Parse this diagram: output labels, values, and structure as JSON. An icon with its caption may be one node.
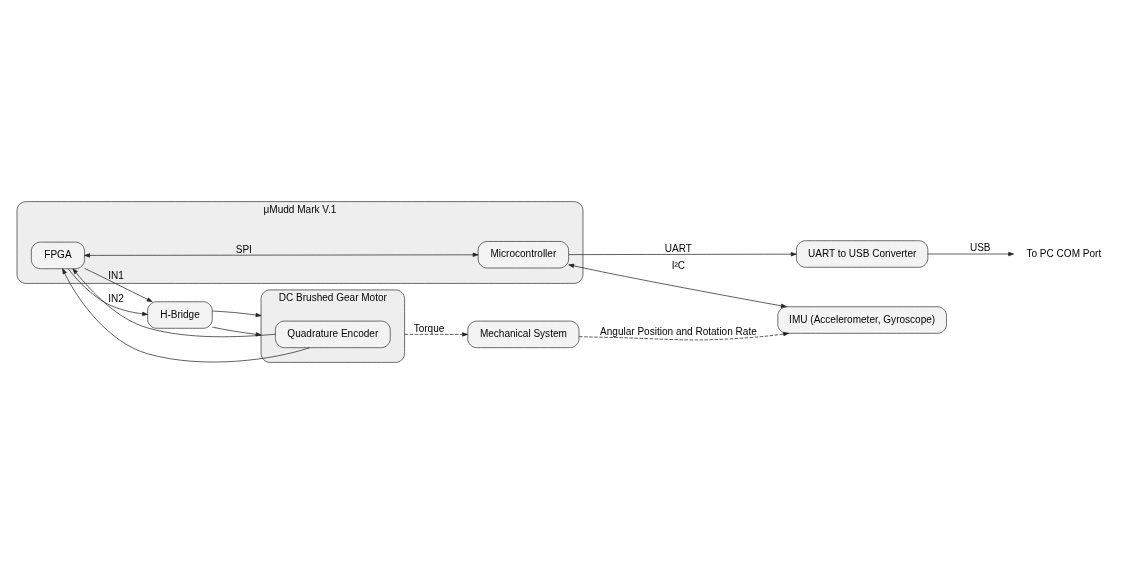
{
  "diagram": {
    "nodes": [
      {
        "text": [
          "μMudd Mark V.1"
        ]
      },
      {
        "text": [
          "FPGA"
        ],
        "in": 0
      },
      {
        "text": [
          "Microcontroller"
        ],
        "in": 0
      },
      {
        "text": [
          "H-Bridge"
        ]
      },
      {
        "text": [
          "DC Brushed Gear Motor"
        ]
      },
      {
        "text": [
          "Quadrature Encoder"
        ],
        "in": 4
      },
      {
        "text": [
          "Mechanical System"
        ]
      },
      {
        "text": [
          "IMU (Accelerometer, Gyroscope)"
        ]
      },
      {
        "text": [
          "UART to USB Converter"
        ]
      },
      {
        "text": [
          "To PC COM Port"
        ]
      }
    ],
    "edges": [
      {
        "from": 1,
        "to": 3,
        "arrow": "to",
        "label": "IN1"
      },
      {
        "from": 1,
        "to": 3,
        "arrow": "to",
        "label": "IN2"
      },
      {
        "from": 3,
        "to": 4,
        "arrow": "to"
      },
      {
        "from": 3,
        "to": 4,
        "arrow": "to"
      },
      {
        "from": 5,
        "to": 1,
        "arrow": "to"
      },
      {
        "from": 5,
        "to": 1,
        "arrow": "to"
      },
      {
        "from": 1,
        "to": 2,
        "arrow": "both",
        "label": "SPI"
      },
      {
        "from": 2,
        "to": 7,
        "arrow": "both",
        "label": "I²C"
      },
      {
        "from": 2,
        "to": 8,
        "arrow": "to",
        "label": "UART"
      },
      {
        "from": 8,
        "to": 9,
        "arrow": "to",
        "label": "USB"
      },
      {
        "from": 4,
        "to": 6,
        "arrow": "to",
        "label": "Torque",
        "style": "dashed"
      },
      {
        "from": 6,
        "to": 7,
        "arrow": "to",
        "label": "Angular Position and Rotation Rate",
        "style": "dashed"
      }
    ]
  }
}
